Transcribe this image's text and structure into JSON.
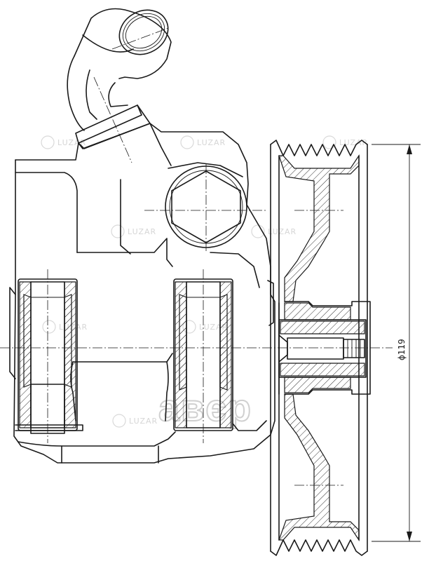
{
  "dimension": {
    "label": "ϕ119"
  },
  "watermarks": [
    {
      "text": "LUZAR"
    }
  ],
  "logo": {
    "text": "авєр"
  }
}
